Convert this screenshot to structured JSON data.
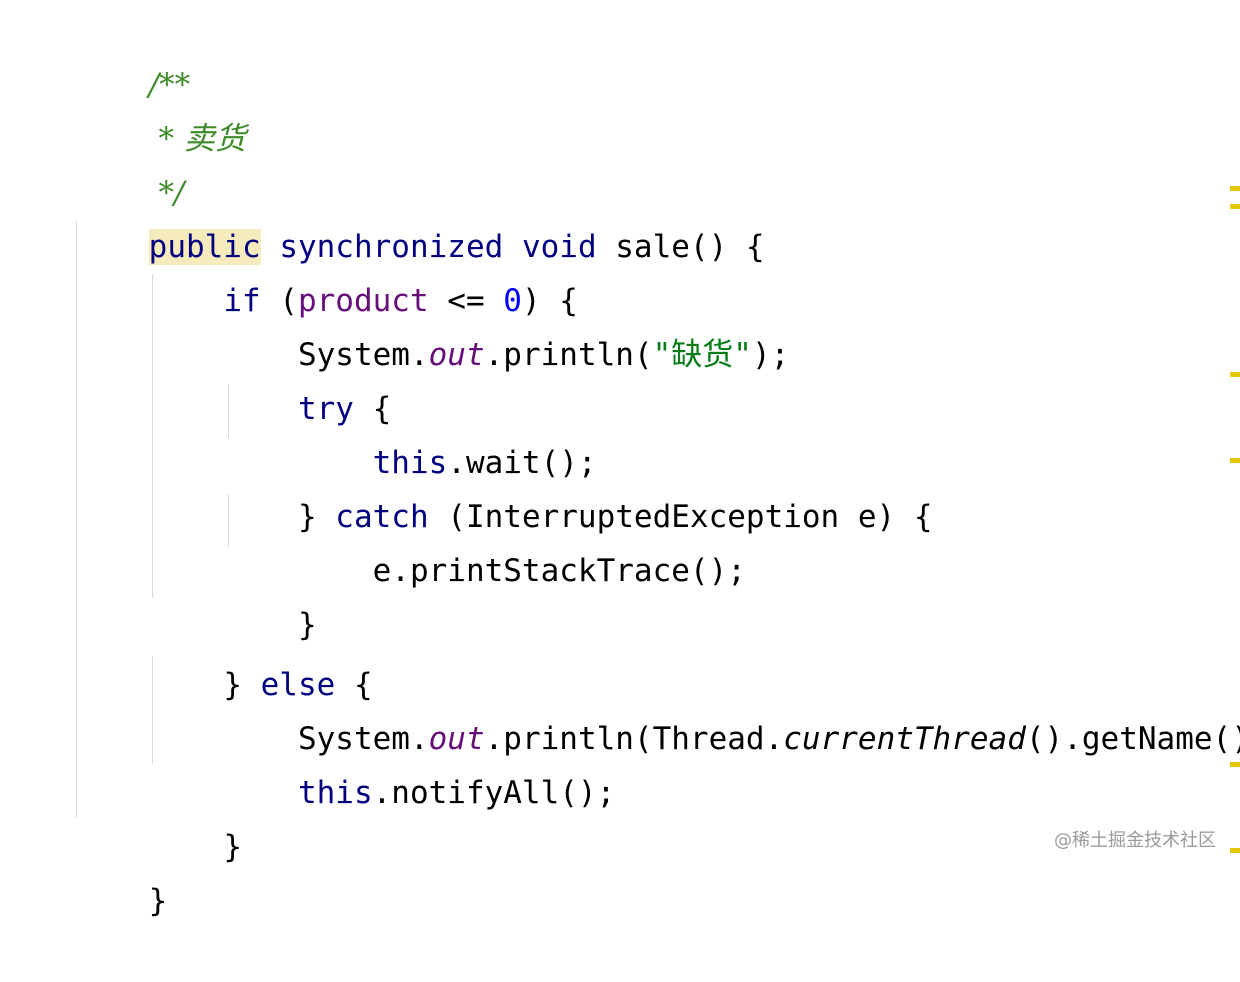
{
  "editor": {
    "lines": [
      {
        "comment": "/**"
      },
      {
        "comment": " * 卖货"
      },
      {
        "comment": " */"
      },
      {
        "kw_public": "public",
        "sp1": " ",
        "kw_sync": "synchronized",
        "sp2": " ",
        "kw_void": "void",
        "rest": " sale() {"
      },
      {
        "indent": "    ",
        "kw_if": "if",
        "open": " (",
        "field": "product",
        "op": " <= ",
        "num": "0",
        "close": ") {"
      },
      {
        "indent": "        ",
        "pre": "System.",
        "static": "out",
        "post": ".println(",
        "str": "\"缺货\"",
        "end": ");"
      },
      {
        "indent": "        ",
        "kw_try": "try",
        "rest": " {"
      },
      {
        "indent": "            ",
        "kw_this": "this",
        "rest": ".wait();"
      },
      {
        "indent": "        ",
        "pre": "} ",
        "kw_catch": "catch",
        "rest": " (InterruptedException e) {"
      },
      {
        "indent": "            ",
        "text": "e.printStackTrace();"
      },
      {
        "indent": "        ",
        "text": "}"
      },
      {
        "indent": "    ",
        "pre": "} ",
        "kw_else": "else",
        "rest": " {"
      },
      {
        "indent": "        ",
        "pre": "System.",
        "static": "out",
        "mid": ".println(Thread.",
        "italic": "currentThread",
        "post": "().getName()+\""
      },
      {
        "indent": "        ",
        "kw_this": "this",
        "rest": ".notifyAll();"
      },
      {
        "indent": "    ",
        "text": "}"
      },
      {
        "text": "}"
      }
    ]
  },
  "watermark": {
    "text": "@稀土掘金技术社区"
  },
  "colors": {
    "keyword": "#000080",
    "field": "#660e7a",
    "number": "#0000ff",
    "string": "#067d17",
    "comment": "#3c8a28",
    "highlight": "#f6ebbc",
    "marker": "#e6c800"
  }
}
